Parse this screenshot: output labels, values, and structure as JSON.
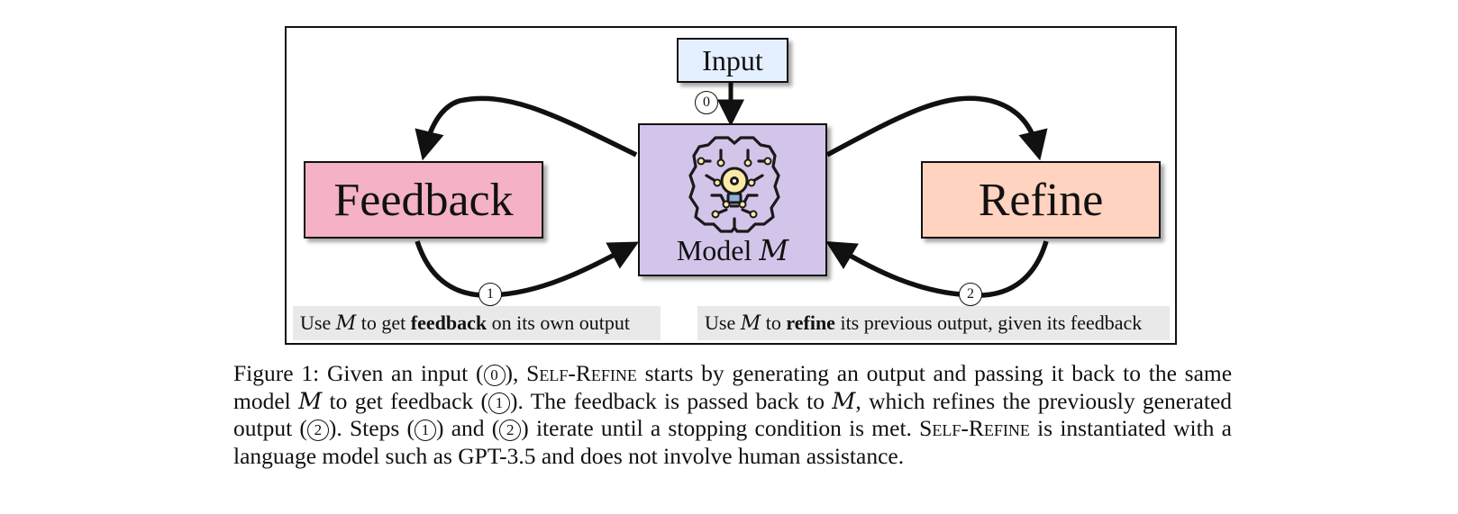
{
  "diagram": {
    "input_label": "Input",
    "feedback_label": "Feedback",
    "refine_label": "Refine",
    "model_label": "Model",
    "model_symbol": "M",
    "step_0": "0",
    "step_1": "1",
    "step_2": "2",
    "note_feedback": {
      "pre": "Use",
      "symbol": "M",
      "mid": "to get",
      "bold": "feedback",
      "post": "on its own output"
    },
    "note_refine": {
      "pre": "Use",
      "symbol": "M",
      "mid": "to",
      "bold": "refine",
      "post": "its previous output, given its feedback"
    },
    "colors": {
      "input": "#e4efff",
      "feedback": "#f4b2c4",
      "refine": "#ffd3bf",
      "model": "#d3c5ea",
      "bulb": "#fde9a8"
    },
    "icon": "brain-lightbulb-icon"
  },
  "caption": {
    "label": "Figure 1:",
    "t1": "Given an input (",
    "c0": "0",
    "t2": "),",
    "method1": "Self-Refine",
    "t3": "starts by generating an output and passing it back to the same model",
    "sym1": "M",
    "t4": "to get feedback (",
    "c1": "1",
    "t5": "). The feedback is passed back to",
    "sym2": "M",
    "t6": ", which refines the previously generated output (",
    "c2": "2",
    "t7": "). Steps (",
    "c3": "1",
    "t8": ") and (",
    "c4": "2",
    "t9": ") iterate until a stopping condition is met.",
    "method2": "Self-Refine",
    "t10": "is instantiated with a language model such as GPT-3.5 and does not involve human assistance."
  }
}
